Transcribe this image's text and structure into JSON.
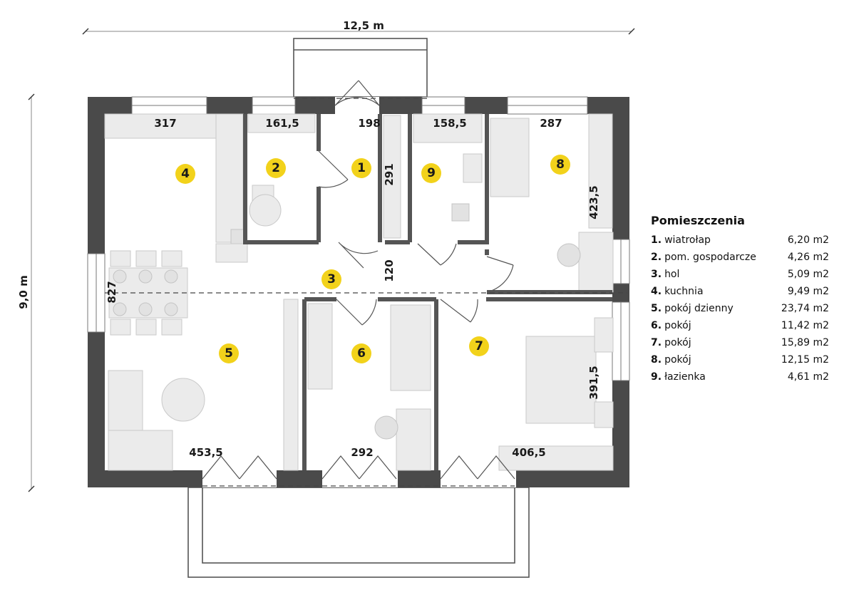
{
  "plan": {
    "overall_width": "12,5 m",
    "overall_height": "9,0 m",
    "dimensions": {
      "kitchen_width": "317",
      "utility_width": "161,5",
      "vestibule_width": "198",
      "bath_width": "158,5",
      "room8_width": "287",
      "vestibule_depth": "291",
      "room8_depth": "423,5",
      "hall_depth": "120",
      "west_height": "827",
      "room7_depth": "391,5",
      "living_width": "453,5",
      "room6_width": "292",
      "room7_width": "406,5"
    },
    "room_badges": [
      "1",
      "2",
      "3",
      "4",
      "5",
      "6",
      "7",
      "8",
      "9"
    ]
  },
  "legend": {
    "title": "Pomieszczenia",
    "rooms": [
      {
        "num": "1.",
        "name": "wiatrołap",
        "area": "6,20 m2"
      },
      {
        "num": "2.",
        "name": "pom. gospodarcze",
        "area": "4,26 m2"
      },
      {
        "num": "3.",
        "name": "hol",
        "area": "5,09 m2"
      },
      {
        "num": "4.",
        "name": "kuchnia",
        "area": "9,49 m2"
      },
      {
        "num": "5.",
        "name": "pokój dzienny",
        "area": "23,74 m2"
      },
      {
        "num": "6.",
        "name": "pokój",
        "area": "11,42 m2"
      },
      {
        "num": "7.",
        "name": "pokój",
        "area": "15,89 m2"
      },
      {
        "num": "8.",
        "name": "pokój",
        "area": "12,15 m2"
      },
      {
        "num": "9.",
        "name": "łazienka",
        "area": "4,61 m2"
      }
    ]
  }
}
